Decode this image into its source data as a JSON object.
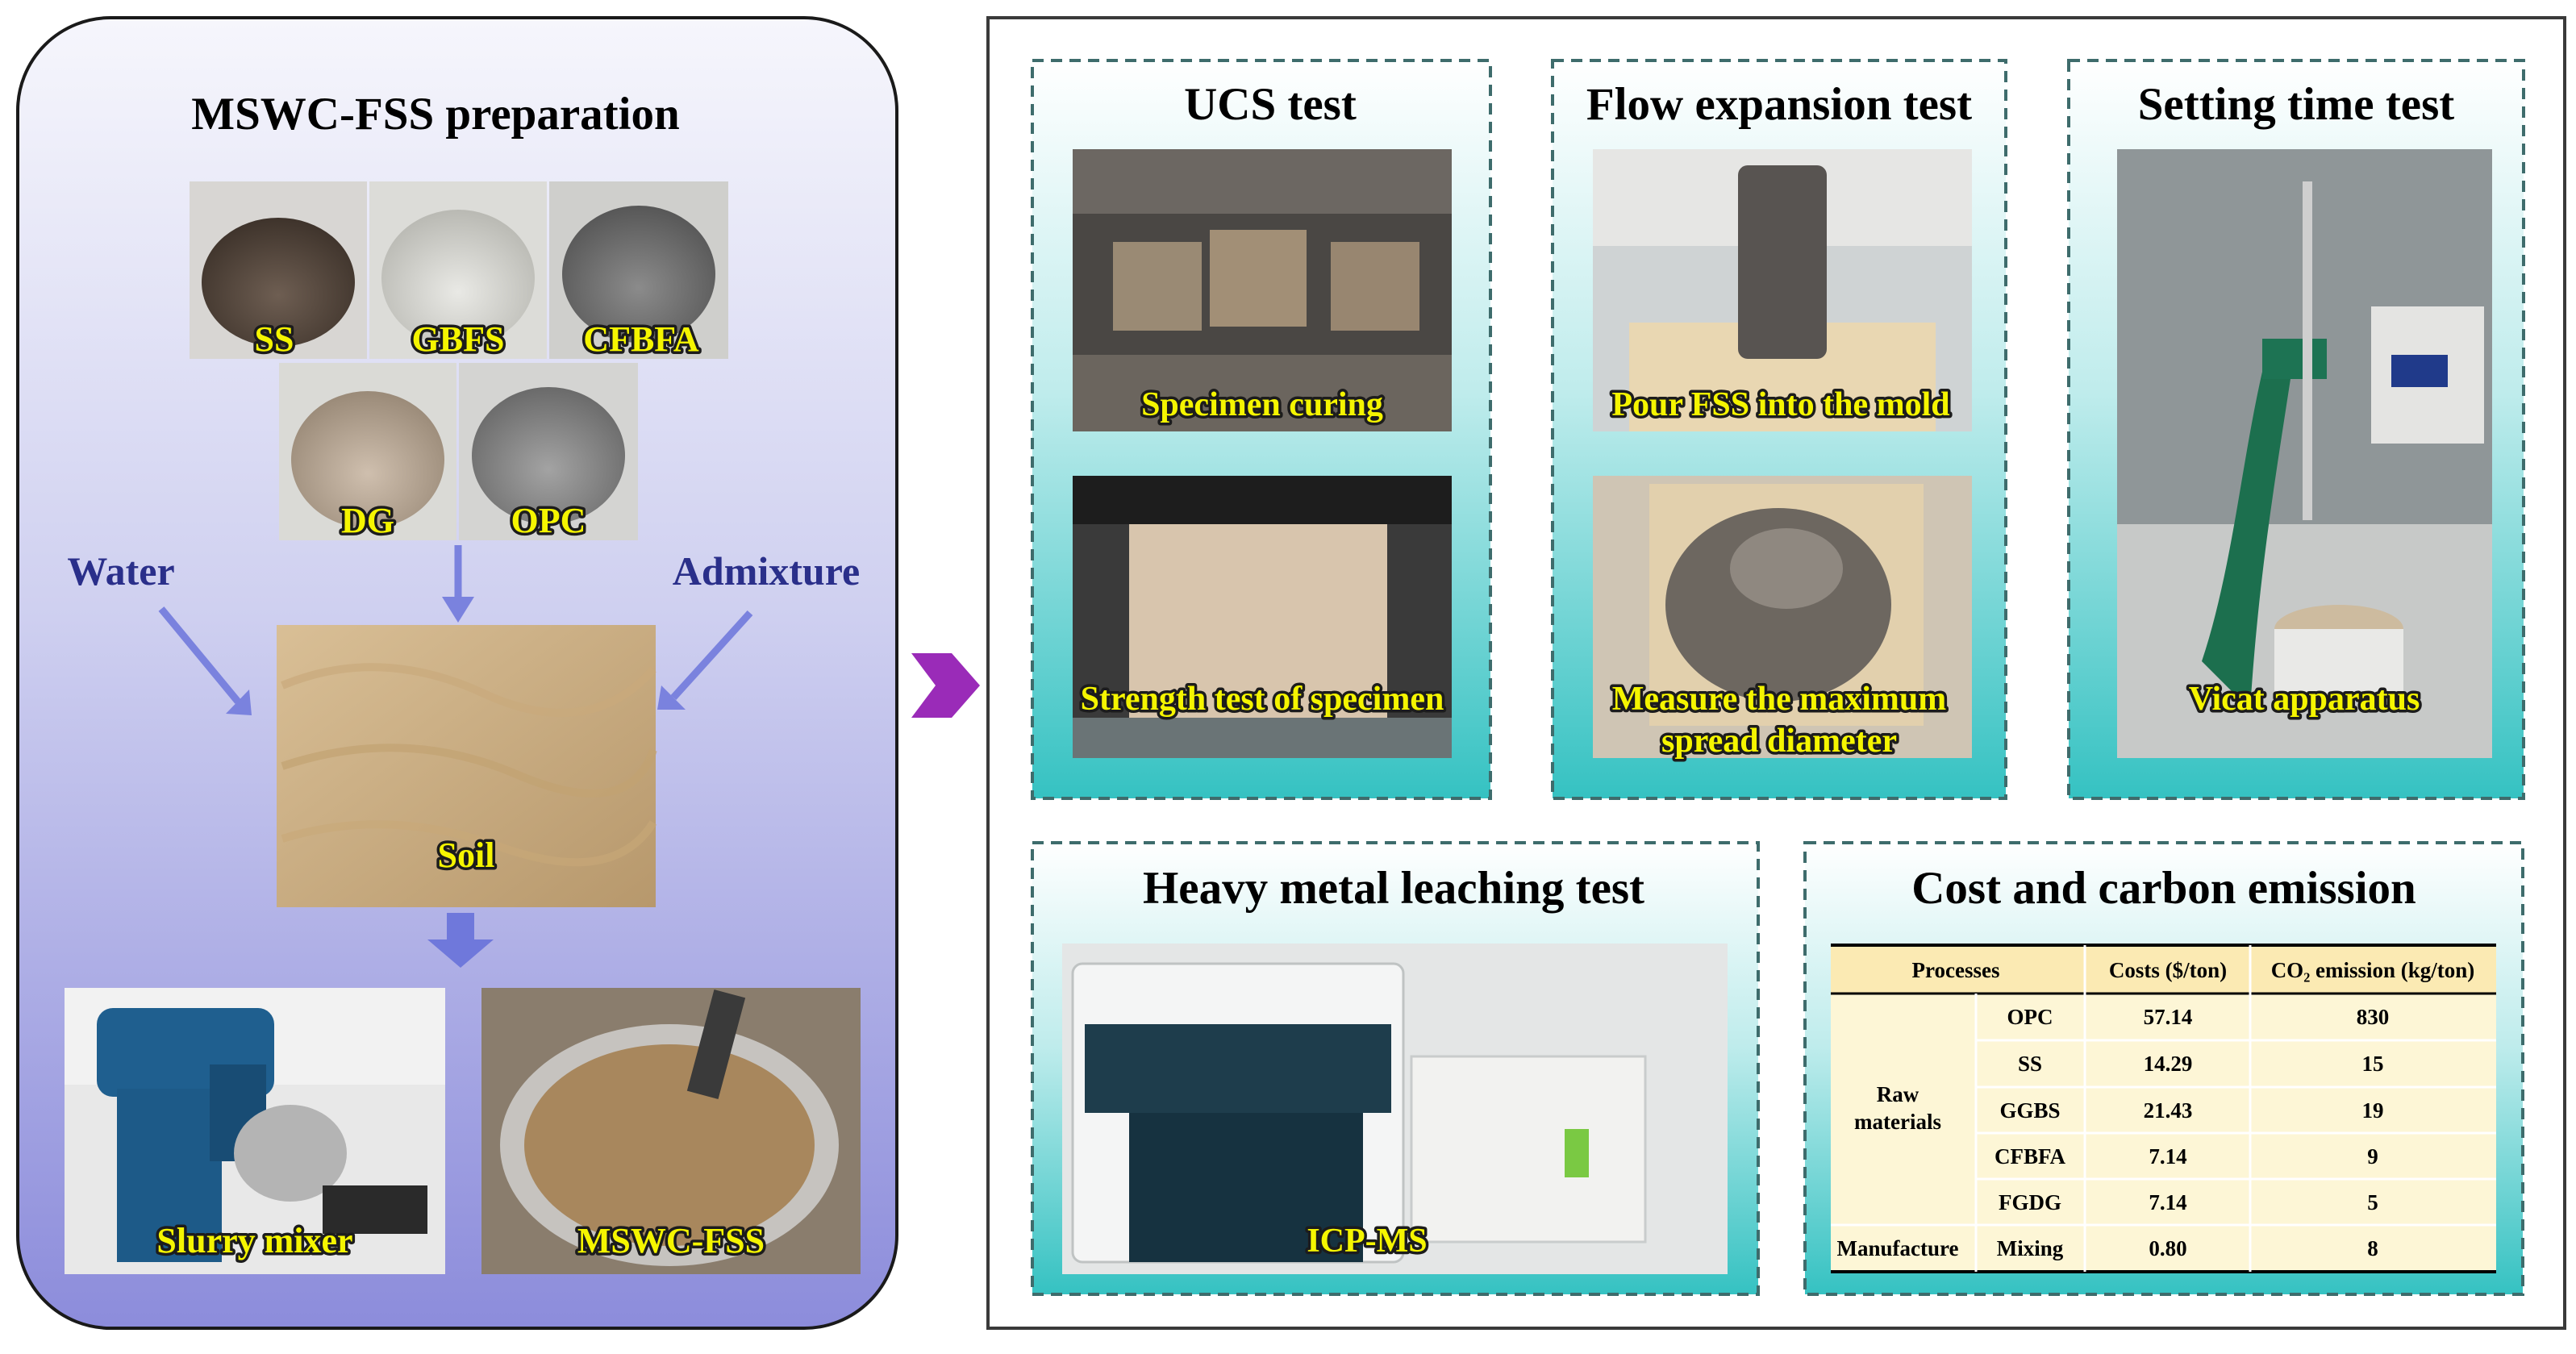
{
  "left_panel": {
    "title": "MSWC-FSS preparation",
    "materials": [
      "SS",
      "GBFS",
      "CFBFA",
      "DG",
      "OPC"
    ],
    "water_label": "Water",
    "admixture_label": "Admixture",
    "soil_label": "Soil",
    "slurry_mixer_label": "Slurry mixer",
    "product_label": "MSWC-FSS"
  },
  "tests": {
    "ucs": {
      "title": "UCS test",
      "photo1": "Specimen curing",
      "photo2": "Strength test of specimen"
    },
    "flow": {
      "title": "Flow expansion test",
      "photo1": "Pour FSS into the mold",
      "photo2_line1": "Measure the maximum",
      "photo2_line2": "spread diameter"
    },
    "setting": {
      "title": "Setting time test",
      "photo1": "Vicat apparatus"
    },
    "heavy_metal": {
      "title": "Heavy metal leaching test",
      "photo1": "ICP-MS"
    },
    "cost": {
      "title": "Cost and carbon emission",
      "headers": [
        "Processes",
        "Costs ($/ton)",
        "CO₂ emission (kg/ton)"
      ],
      "group_raw_line1": "Raw",
      "group_raw_line2": "materials",
      "group_manufacture": "Manufacture",
      "rows": [
        {
          "item": "OPC",
          "cost": "57.14",
          "co2": "830"
        },
        {
          "item": "SS",
          "cost": "14.29",
          "co2": "15"
        },
        {
          "item": "GGBS",
          "cost": "21.43",
          "co2": "19"
        },
        {
          "item": "CFBFA",
          "cost": "7.14",
          "co2": "9"
        },
        {
          "item": "FGDG",
          "cost": "7.14",
          "co2": "5"
        },
        {
          "item": "Mixing",
          "cost": "0.80",
          "co2": "8"
        }
      ]
    }
  },
  "colors": {
    "left_panel_top": "#f2f2fb",
    "left_panel_bottom": "#8f8fdc",
    "box_fill_top": "#ffffff",
    "box_fill_bottom": "#3fc4c4",
    "arrow_blue": "#7a82de",
    "arrow_purple": "#9a2bb8",
    "label_yellow": "#f5f500",
    "table_header": "#fbeab3",
    "table_body": "#fdf6d6"
  }
}
